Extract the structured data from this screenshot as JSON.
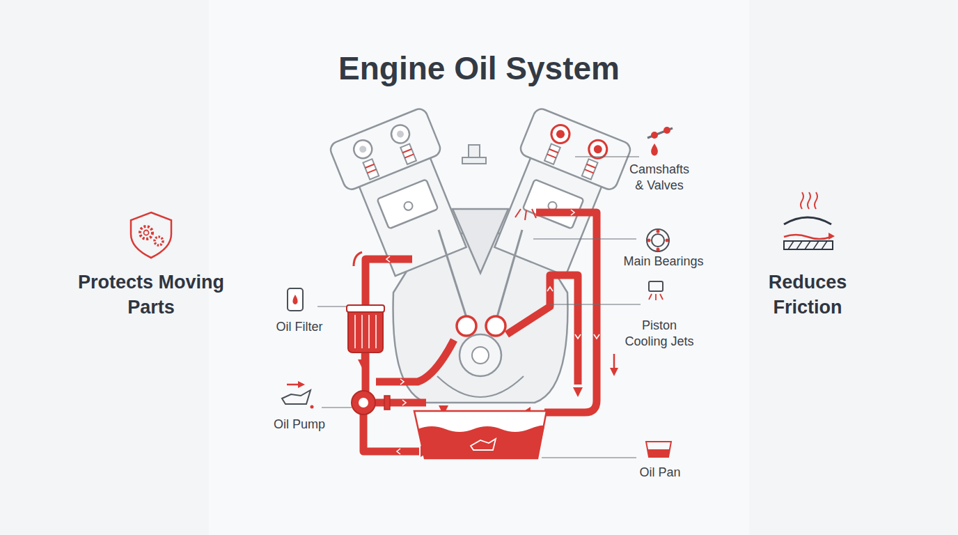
{
  "diagram": {
    "title": "Engine Oil System",
    "labels": [
      "Camshafts & Valves",
      "Protects Moving Parts",
      "Main Bearings",
      "Reduces Friction",
      "Oil Filter",
      "Piston Cooling Jets",
      "Oil Pump",
      "Oil Pan"
    ]
  }
}
